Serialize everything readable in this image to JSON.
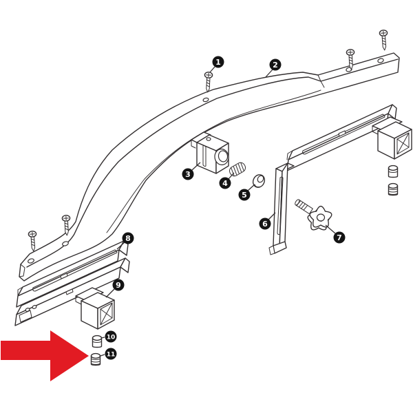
{
  "figure": {
    "type": "exploded-parts-diagram",
    "highlighted_callout": "11",
    "colors": {
      "background": "#ffffff",
      "line": "#332f30",
      "arrow": "#e21b23",
      "badge_bg": "#141414",
      "badge_text": "#ffffff"
    },
    "callouts": [
      {
        "label": "1"
      },
      {
        "label": "2"
      },
      {
        "label": "3"
      },
      {
        "label": "4"
      },
      {
        "label": "5"
      },
      {
        "label": "6"
      },
      {
        "label": "7"
      },
      {
        "label": "8"
      },
      {
        "label": "9"
      },
      {
        "label": "10"
      },
      {
        "label": "11"
      }
    ]
  }
}
